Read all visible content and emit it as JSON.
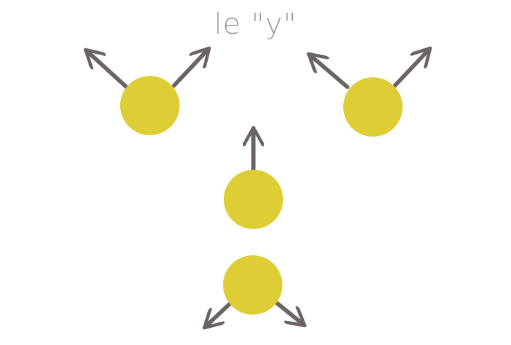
{
  "title": "le \"y\"",
  "colors": {
    "ball": "#dfcd35",
    "arrow": "#6b6364",
    "title": "#9a9a9a",
    "background": "#ffffff"
  },
  "elements": {
    "ball_icon": "yellow-circle",
    "arrow_icon": "arrow"
  }
}
